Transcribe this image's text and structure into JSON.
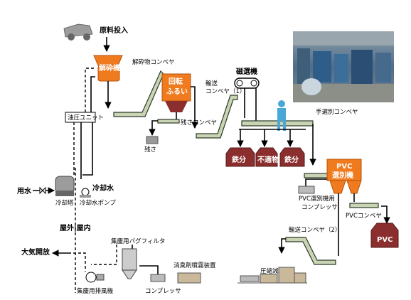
{
  "labels": {
    "raw_input": "原料投入",
    "crusher": "解砕機",
    "crushed_conveyor": "解砕物コンベヤ",
    "rotary_sieve_1": "回転",
    "rotary_sieve_2": "ふるい",
    "transport_conveyor_1_a": "輸送",
    "transport_conveyor_1_b": "コンベヤ（1）",
    "magnetic_separator": "磁選機",
    "hydraulic_unit": "油圧ユニット",
    "residue_conveyor": "残さコンベヤ",
    "residue": "残さ",
    "manual_sort_conveyor": "手選別コンベヤ",
    "iron_1": "鉄分",
    "nonflammable": "不適物",
    "iron_2": "鉄分",
    "pvc_sorter_1": "PVC",
    "pvc_sorter_2": "選別機",
    "pvc_compressor_a": "PVC選別機用",
    "pvc_compressor_b": "コンプレッサ",
    "pvc_conveyor": "PVCコンベヤ",
    "pvc_bin": "PVC",
    "water_supply": "用水",
    "cooling_water": "冷却水",
    "cooling_tower": "冷却塔",
    "cooling_pump": "冷却水ポンプ",
    "outdoor_indoor": "屋外|屋内",
    "bag_filter": "集塵用バグフィルタ",
    "atmosphere_release": "大気開放",
    "exhaust_fan": "集塵用排風機",
    "compressor": "コンプレッサ",
    "deodorizer": "消臭剤噴霧装置",
    "transport_conveyor_2": "輸送コンベヤ（2）",
    "compactor": "圧縮減容機"
  },
  "colors": {
    "orange": "#f07a1e",
    "maroon": "#8a2e2e",
    "conveyor": "#c8d4b4",
    "person": "#4aa8d8"
  },
  "photo": {
    "description_icon": "facility-photo"
  }
}
